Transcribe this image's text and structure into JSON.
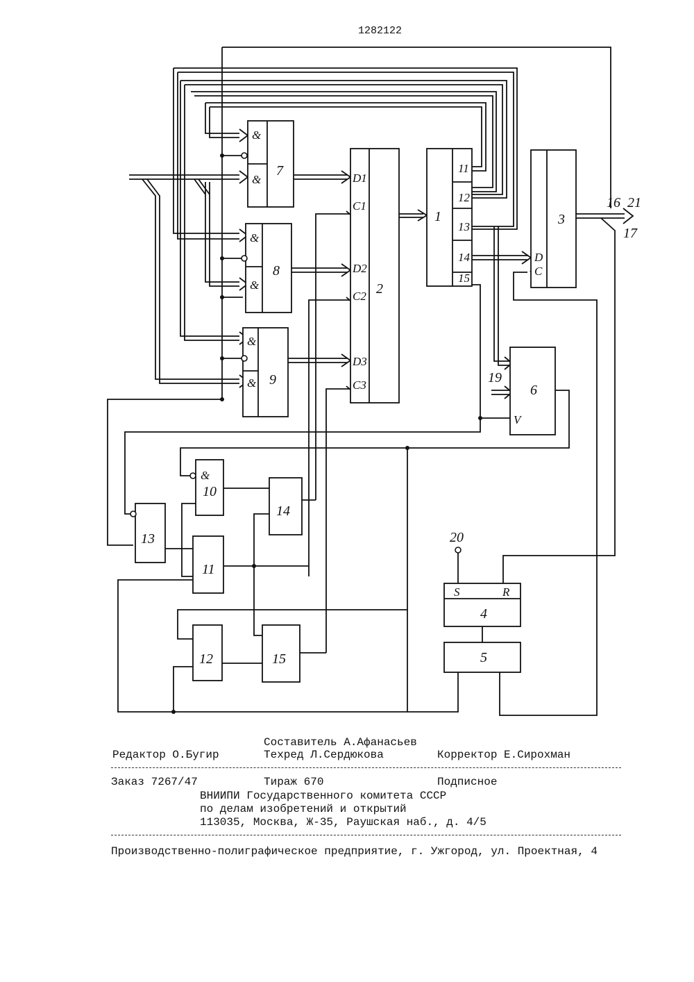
{
  "patent_number": "1282122",
  "diagram": {
    "blocks": {
      "b1": "1",
      "b2": "2",
      "b3": "3",
      "b4": "4",
      "b5": "5",
      "b6": "6",
      "b7": "7",
      "b8": "8",
      "b9": "9",
      "b10": "10",
      "b11": "11",
      "b12": "12",
      "b13": "13",
      "b14": "14",
      "b15": "15"
    },
    "and_symbol": "&",
    "register2_inputs": [
      "D1",
      "C1",
      "D2",
      "C2",
      "D3",
      "C3"
    ],
    "block1_outputs": [
      "11",
      "12",
      "13",
      "14",
      "15"
    ],
    "block3_inputs": [
      "D",
      "C"
    ],
    "block6_input": "V",
    "block4_inputs": [
      "S",
      "R"
    ],
    "terminals": [
      "16",
      "17",
      "19",
      "20",
      "21"
    ]
  },
  "colophon": {
    "compiler": "Составитель А.Афанасьев",
    "editor": "Редактор О.Бугир",
    "techred": "Техред Л.Сердюкова",
    "corrector": "Корректор Е.Сирохман",
    "order": "Заказ 7267/47",
    "circulation": "Тираж 670",
    "subscription": "Подписное",
    "org_line1": "ВНИИПИ Государственного комитета СССР",
    "org_line2": "по делам изобретений и открытий",
    "org_line3": "113035, Москва, Ж-35, Раушская наб., д. 4/5",
    "printer": "Производственно-полиграфическое предприятие, г. Ужгород, ул. Проектная, 4"
  }
}
